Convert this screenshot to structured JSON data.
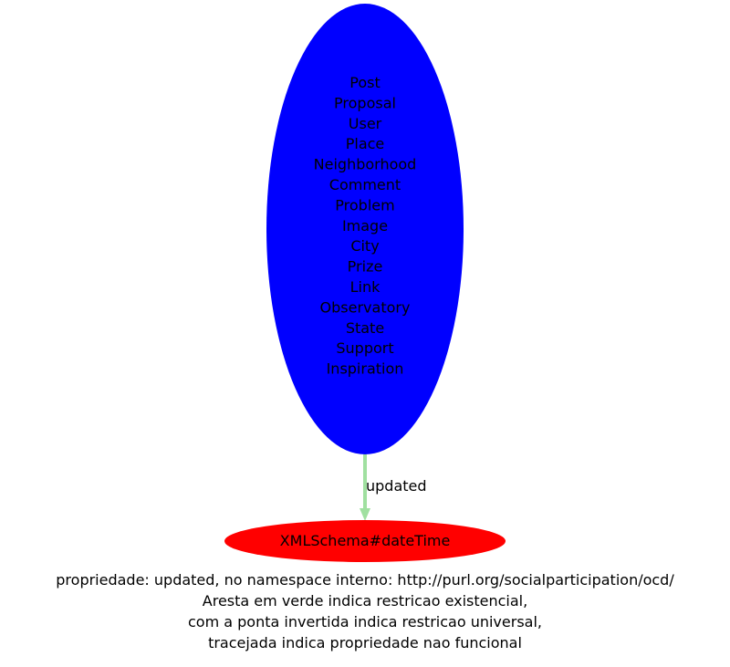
{
  "source_node": {
    "fill_color": "#0000ff",
    "labels": [
      "Post",
      "Proposal",
      "User",
      "Place",
      "Neighborhood",
      "Comment",
      "Problem",
      "Image",
      "City",
      "Prize",
      "Link",
      "Observatory",
      "State",
      "Support",
      "Inspiration"
    ]
  },
  "edge": {
    "label": "updated",
    "color": "#a0e0a0"
  },
  "target_node": {
    "label": "XMLSchema#dateTime",
    "fill_color": "#ff0000"
  },
  "caption": [
    "propriedade: updated, no namespace interno: http://purl.org/socialparticipation/ocd/",
    "Aresta em verde indica restricao existencial,",
    "com a ponta invertida indica restricao universal,",
    "tracejada indica propriedade nao funcional"
  ]
}
